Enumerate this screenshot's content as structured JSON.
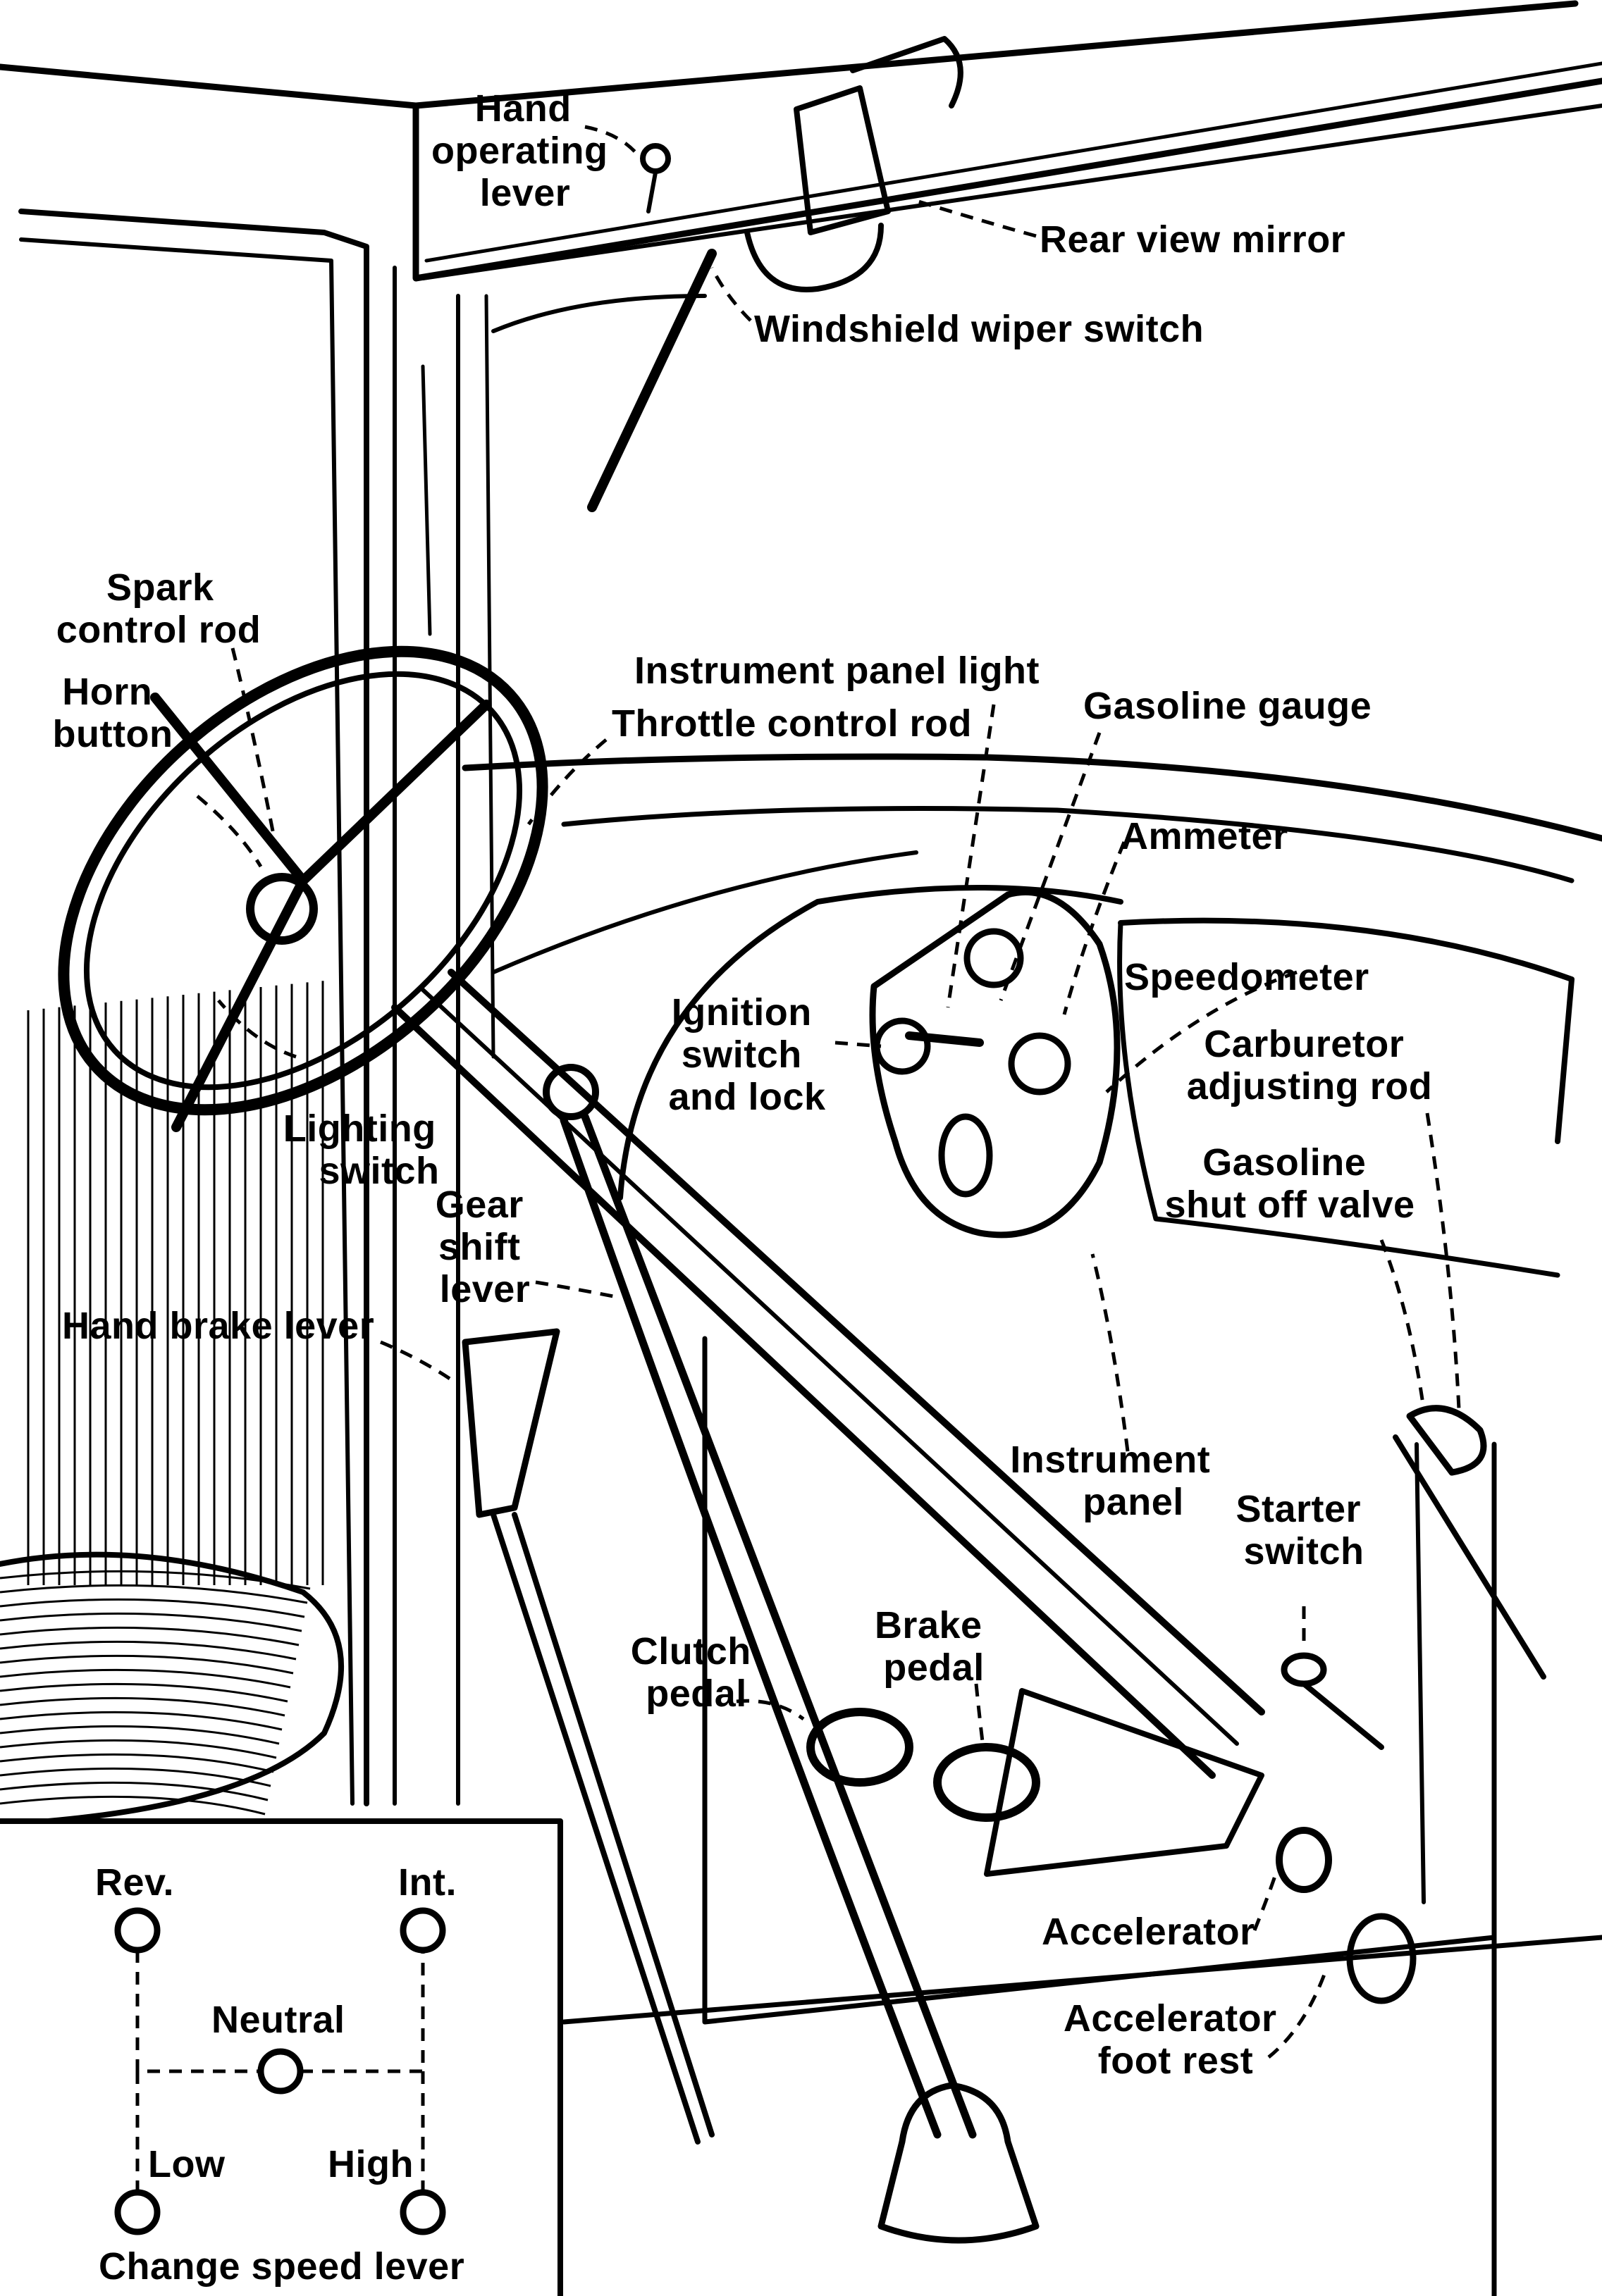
{
  "labels": {
    "hand_operating_lever": [
      "Hand",
      "operating",
      "lever"
    ],
    "rear_view_mirror": "Rear view mirror",
    "windshield_wiper_switch": "Windshield wiper switch",
    "spark_control_rod": [
      "Spark",
      "control rod"
    ],
    "horn_button": [
      "Horn",
      "button"
    ],
    "instrument_panel_light": "Instrument panel light",
    "throttle_control_rod": "Throttle control rod",
    "gasoline_gauge": "Gasoline gauge",
    "ammeter": "Ammeter",
    "ignition_switch": [
      "Ignition",
      "switch",
      "and lock"
    ],
    "speedometer": "Speedometer",
    "carburetor_adjusting_rod": [
      "Carburetor",
      "adjusting rod"
    ],
    "gasoline_shut_off_valve": [
      "Gasoline",
      "shut off valve"
    ],
    "lighting_switch": [
      "Lighting",
      "switch"
    ],
    "gear_shift_lever": [
      "Gear",
      "shift",
      "lever"
    ],
    "hand_brake_lever": "Hand brake lever",
    "instrument_panel": [
      "Instrument",
      "panel"
    ],
    "starter_switch": [
      "Starter",
      "switch"
    ],
    "clutch_pedal": [
      "Clutch",
      "pedal"
    ],
    "brake_pedal": [
      "Brake",
      "pedal"
    ],
    "accelerator": "Accelerator",
    "accelerator_foot_rest": [
      "Accelerator",
      "foot rest"
    ]
  },
  "shift_pattern": {
    "rev": "Rev.",
    "int": "Int.",
    "neutral": "Neutral",
    "low": "Low",
    "high": "High",
    "caption": "Change speed lever"
  },
  "colors": {
    "ink": "#000000",
    "paper": "#ffffff"
  }
}
